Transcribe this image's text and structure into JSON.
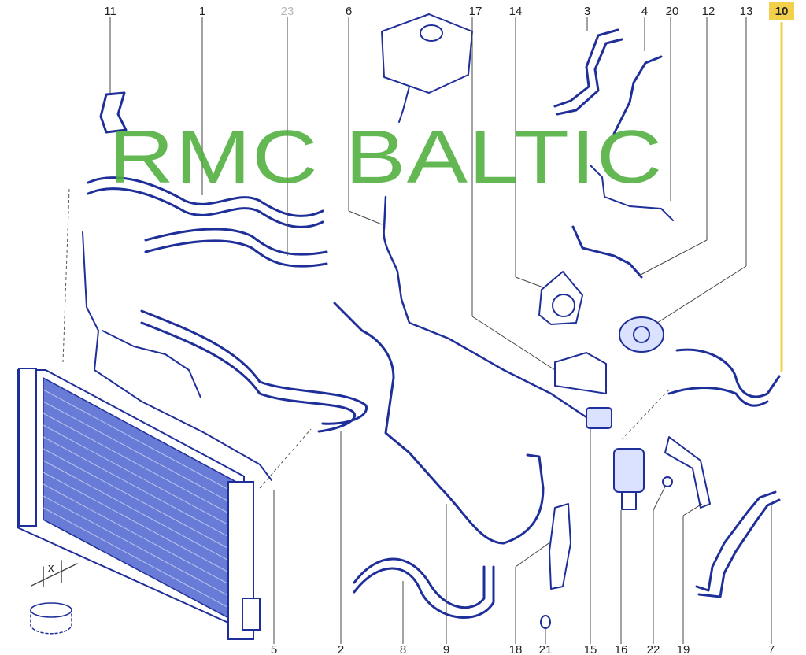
{
  "callouts": {
    "n1": "1",
    "n2": "2",
    "n3": "3",
    "n4": "4",
    "n5": "5",
    "n6": "6",
    "n7": "7",
    "n8": "8",
    "n9": "9",
    "n10": "10",
    "n11": "11",
    "n12": "12",
    "n13": "13",
    "n14": "14",
    "n15": "15",
    "n16": "16",
    "n17": "17",
    "n18": "18",
    "n19": "19",
    "n20": "20",
    "n21": "21",
    "n22": "22",
    "n23": "23"
  },
  "highlight": {
    "callout": "10",
    "color": "#f3d04a"
  },
  "detail_label": "x",
  "watermark": "RMC BALTIC",
  "colors": {
    "part_stroke": "#1f2f9a",
    "part_fill": "#2a44c8",
    "watermark": "#4fae3c",
    "muted_callout": "#b8b8b8"
  }
}
